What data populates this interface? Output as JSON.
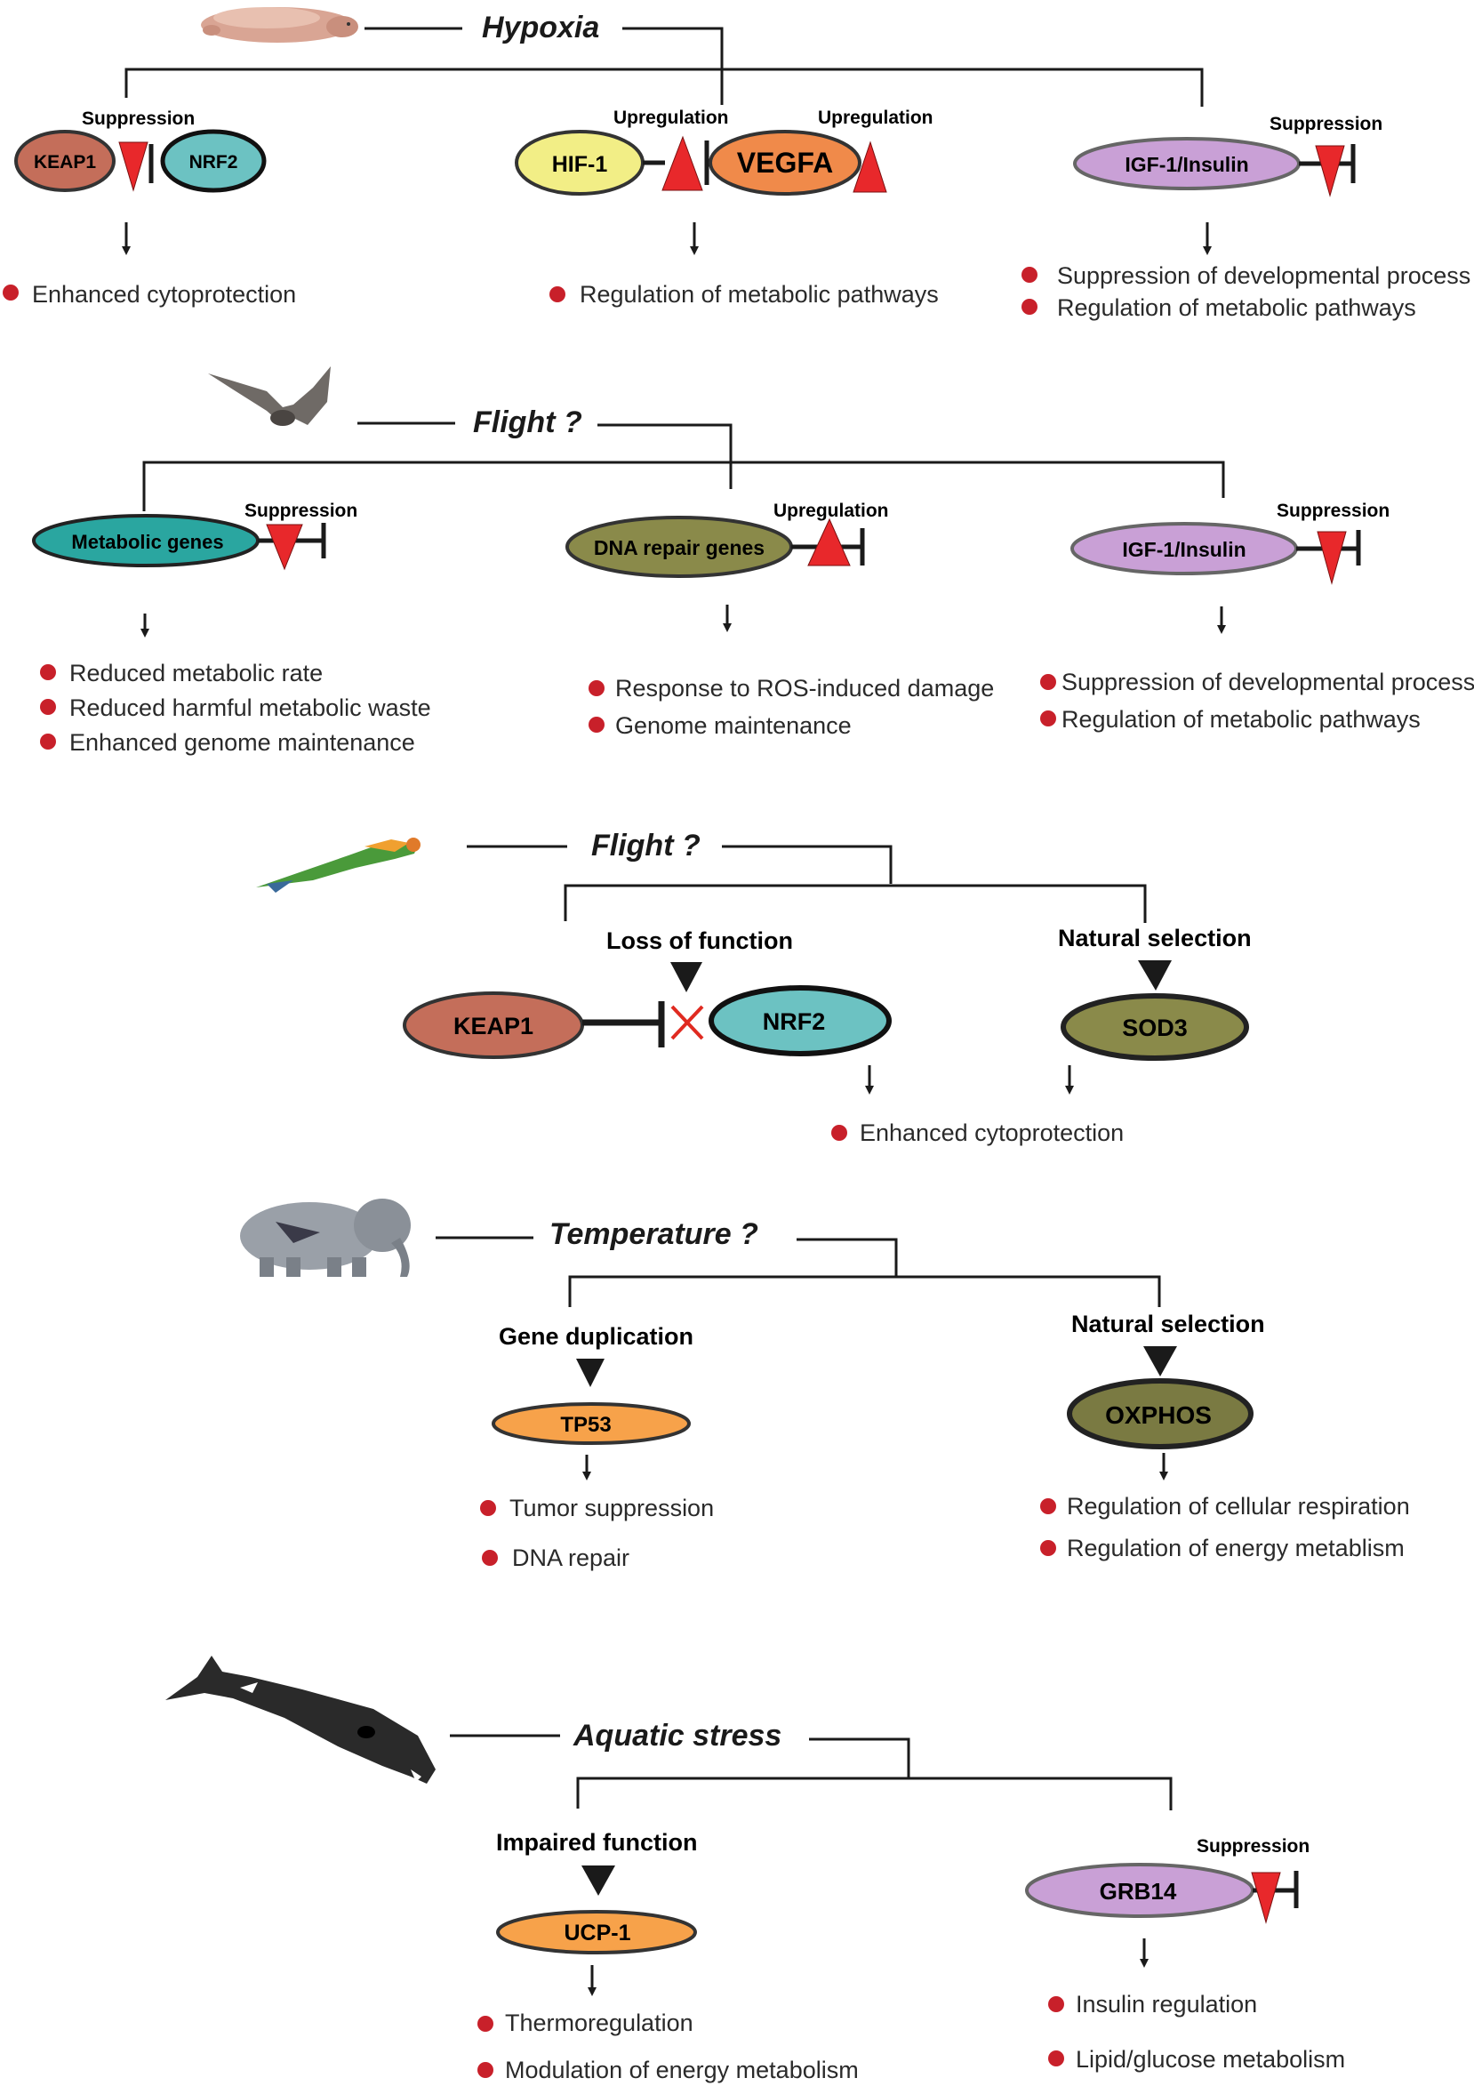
{
  "colors": {
    "keap1": "#c46e5a",
    "nrf2": "#6cc2c2",
    "hif1": "#f2ee86",
    "vegfa": "#f08a4a",
    "igf": "#c9a0d6",
    "metabolic_genes": "#2aa6a0",
    "dna_repair": "#8a8a4a",
    "sod3": "#8a8a4a",
    "tp53": "#f7a24a",
    "oxphos": "#7a7a42",
    "ucp1": "#f7a24a",
    "grb14": "#c9a0d6",
    "bullet": "#c8202a",
    "triangle": "#e8282b"
  },
  "sections": {
    "mole_rat": {
      "icon": "naked-mole-rat",
      "title": "Hypoxia",
      "left": {
        "regulation": "Suppression",
        "gene_a": "KEAP1",
        "gene_b": "NRF2",
        "outcomes": [
          "Enhanced cytoprotection"
        ]
      },
      "middle": {
        "regulation_a": "Upregulation",
        "regulation_b": "Upregulation",
        "gene_a": "HIF-1",
        "gene_b": "VEGFA",
        "outcomes": [
          "Regulation of metabolic pathways"
        ]
      },
      "right": {
        "regulation": "Suppression",
        "gene": "IGF-1/Insulin",
        "outcomes": [
          "Suppression of developmental process",
          "Regulation of metabolic pathways"
        ]
      }
    },
    "bat": {
      "icon": "bat",
      "title": "Flight ?",
      "left": {
        "regulation": "Suppression",
        "gene": "Metabolic genes",
        "outcomes": [
          "Reduced metabolic rate",
          "Reduced harmful metabolic waste",
          "Enhanced genome maintenance"
        ]
      },
      "middle": {
        "regulation": "Upregulation",
        "gene": "DNA repair genes",
        "outcomes": [
          "Response to ROS-induced damage",
          "Genome maintenance"
        ]
      },
      "right": {
        "regulation": "Suppression",
        "gene": "IGF-1/Insulin",
        "outcomes": [
          "Suppression of developmental process",
          "Regulation of metabolic pathways"
        ]
      }
    },
    "bird": {
      "icon": "parrot",
      "title": "Flight ?",
      "left": {
        "mechanism": "Loss of function",
        "gene_a": "KEAP1",
        "gene_b": "NRF2"
      },
      "right": {
        "mechanism": "Natural selection",
        "gene": "SOD3"
      },
      "outcomes": [
        "Enhanced cytoprotection"
      ]
    },
    "elephant": {
      "icon": "elephant",
      "title": "Temperature ?",
      "left": {
        "mechanism": "Gene duplication",
        "gene": "TP53",
        "outcomes": [
          "Tumor suppression",
          "DNA repair"
        ]
      },
      "right": {
        "mechanism": "Natural selection",
        "gene": "OXPHOS",
        "outcomes": [
          "Regulation of cellular respiration",
          "Regulation of energy metablism"
        ]
      }
    },
    "whale": {
      "icon": "whale",
      "title": "Aquatic stress",
      "left": {
        "mechanism": "Impaired function",
        "gene": "UCP-1",
        "outcomes": [
          "Thermoregulation",
          "Modulation of energy metabolism"
        ]
      },
      "right": {
        "regulation": "Suppression",
        "gene": "GRB14",
        "outcomes": [
          "Insulin regulation",
          "Lipid/glucose metabolism"
        ]
      }
    }
  }
}
